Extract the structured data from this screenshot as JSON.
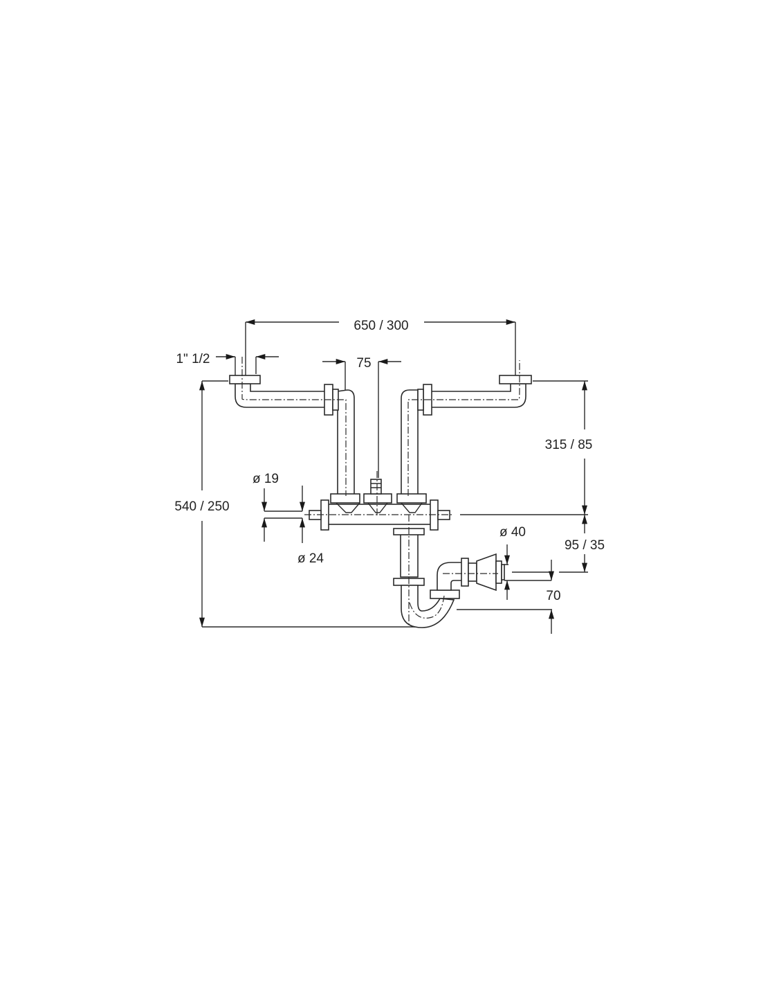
{
  "diagram": {
    "title": "Double sink drain trap dimensions",
    "dimensions": {
      "overall_width": "650 / 300",
      "inlet_size": "1\" 1/2",
      "center_offset": "75",
      "overall_height": "540 / 250",
      "inlet_to_manifold": "315 / 85",
      "manifold_to_outlet": "95 / 35",
      "nipple_inner": "ø 19",
      "nipple_outer": "ø 24",
      "outlet_diameter": "ø 40",
      "outlet_to_bottom": "70"
    }
  }
}
